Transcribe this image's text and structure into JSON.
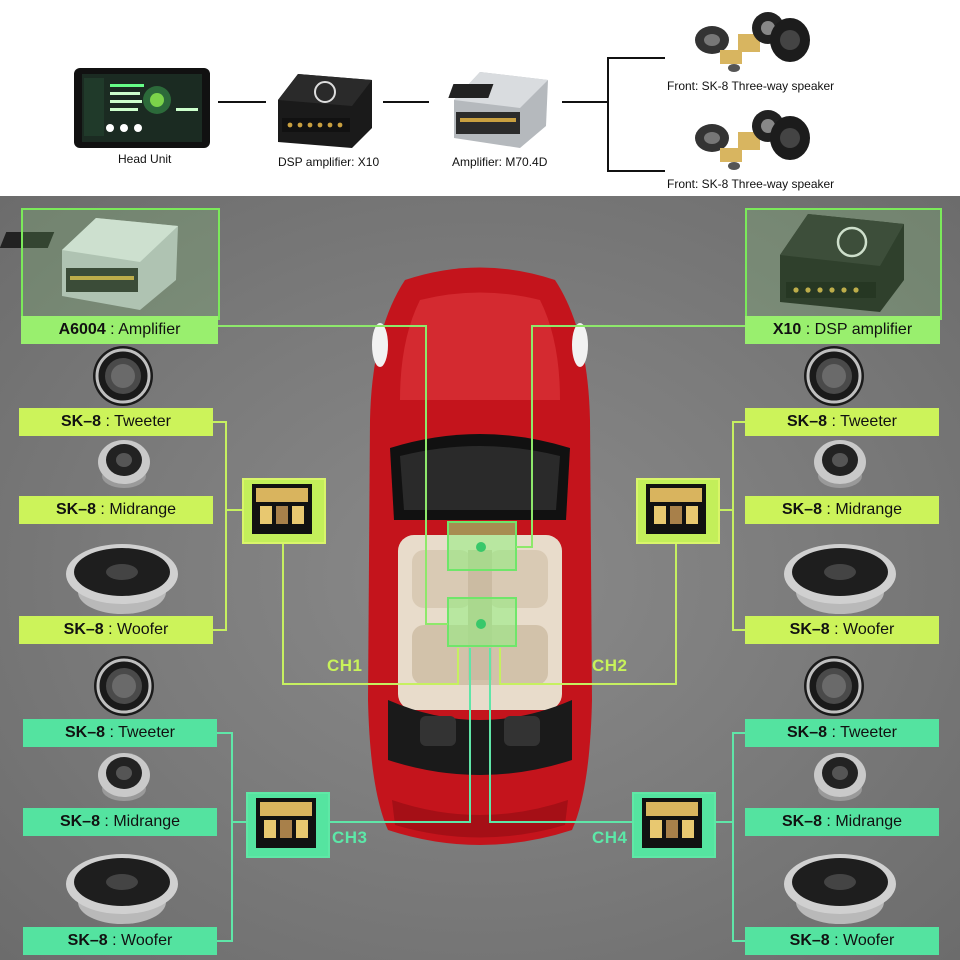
{
  "top_chain": {
    "head_unit": "Head Unit",
    "dsp": "DSP amplifier: X10",
    "amp": "Amplifier: M70.4D",
    "front_1": "Front: SK-8 Three-way speaker",
    "front_2": "Front: SK-8 Three-way speaker"
  },
  "left_amp": {
    "model": "A6004",
    "name": " : Amplifier"
  },
  "right_amp": {
    "model": "X10",
    "name": " : DSP amplifier"
  },
  "speakers": {
    "model": "SK–8",
    "tweeter": " : Tweeter",
    "midrange": " : Midrange",
    "woofer": " : Woofer"
  },
  "channels": {
    "ch1": "CH1",
    "ch2": "CH2",
    "ch3": "CH3",
    "ch4": "CH4"
  },
  "colors": {
    "front_label": "#ccf35a",
    "rear_label": "#54e3a0",
    "amp_label": "#99ef6e",
    "car_body": "#c4141c"
  }
}
